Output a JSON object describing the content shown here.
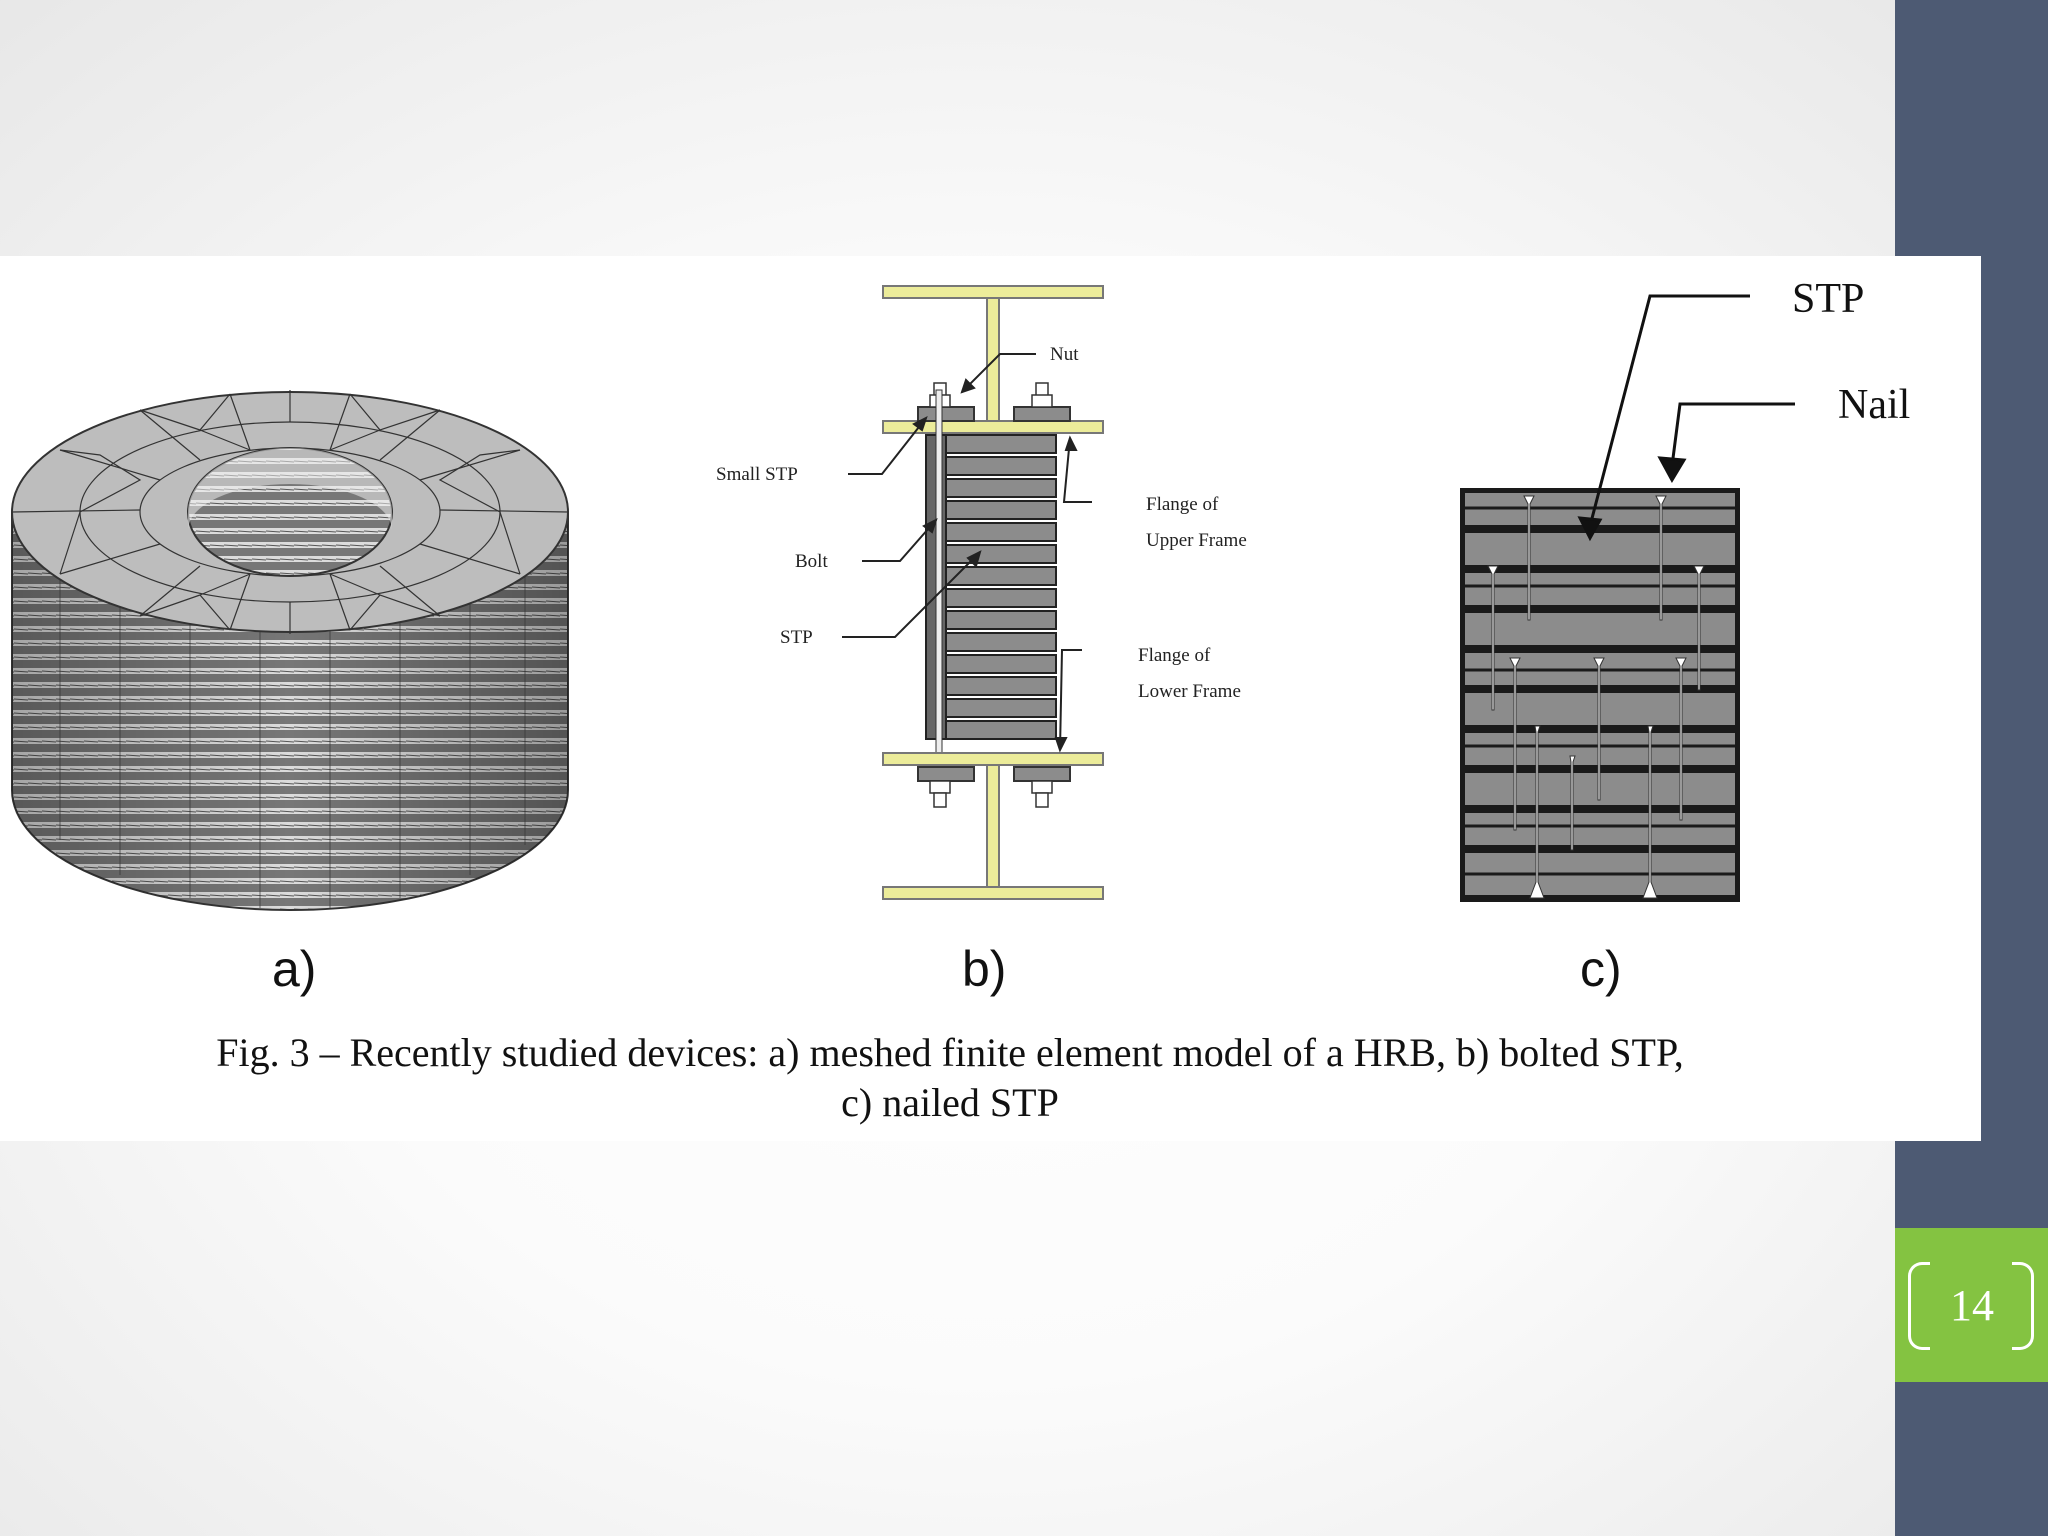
{
  "slide": {
    "page_number": "14"
  },
  "colors": {
    "sidebar": "#4d5a73",
    "badge": "#84c341",
    "frame": "#ecec9a",
    "stp_gray": "#8c8c8c"
  },
  "figure": {
    "labels": {
      "a": "a)",
      "b": "b)",
      "c": "c)"
    },
    "caption_line1": "Fig. 3 – Recently studied devices: a) meshed finite element model of a HRB, b) bolted STP,",
    "caption_line2": "c) nailed STP",
    "panel_b": {
      "nut": "Nut",
      "small_stp": "Small STP",
      "bolt": "Bolt",
      "stp": "STP",
      "upper_flange_1": "Flange of",
      "upper_flange_2": "Upper Frame",
      "lower_flange_1": "Flange of",
      "lower_flange_2": "Lower Frame"
    },
    "panel_c": {
      "stp": "STP",
      "nail": "Nail"
    }
  }
}
